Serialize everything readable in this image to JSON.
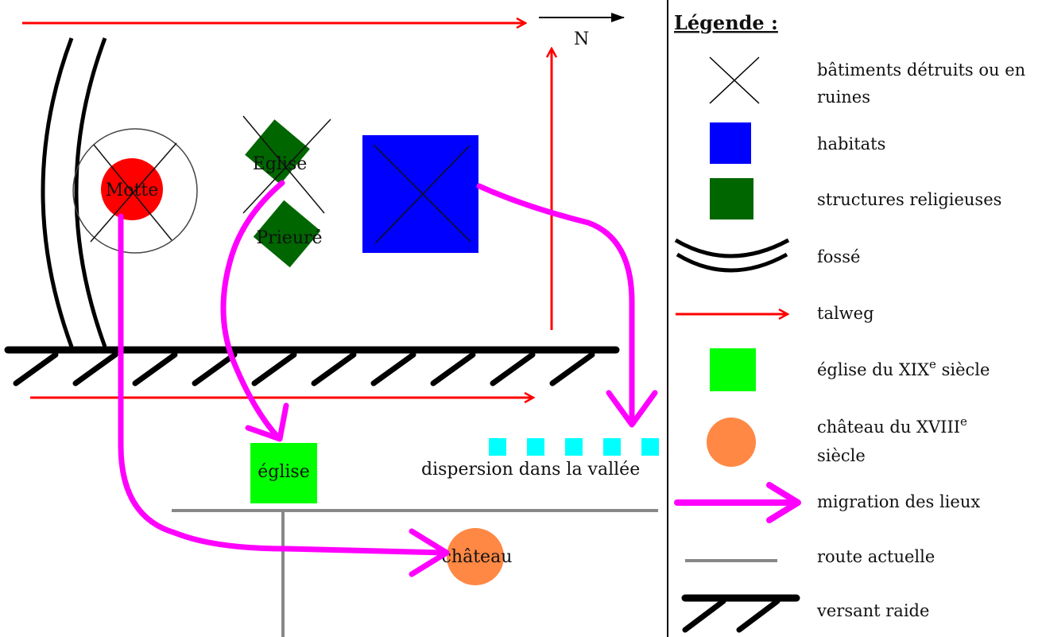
{
  "map": {
    "north_label": "N",
    "motte_label": "Motte",
    "eglise_ancienne_label": "Eglise",
    "prieure_label": "Prieuré",
    "eglise_label": "église",
    "chateau_label": "château",
    "dispersion_label": "dispersion dans la vallée"
  },
  "legend": {
    "title": "Légende :",
    "items": [
      {
        "icon": "cross-icon",
        "lines": [
          "bâtiments détruits ou en",
          "ruines"
        ]
      },
      {
        "icon": "blue-square-icon",
        "lines": [
          "habitats"
        ]
      },
      {
        "icon": "green-square-icon",
        "lines": [
          "structures religieuses"
        ]
      },
      {
        "icon": "ditch-icon",
        "lines": [
          "fossé"
        ]
      },
      {
        "icon": "red-arrow-icon",
        "lines": [
          "talweg"
        ]
      },
      {
        "icon": "bright-green-square-icon",
        "text": "église du XIX",
        "sup": "e",
        "tail": " siècle"
      },
      {
        "icon": "orange-circle-icon",
        "text": "château du XVIII",
        "sup": "e",
        "line2": "siècle"
      },
      {
        "icon": "magenta-arrow-icon",
        "lines": [
          "migration des lieux"
        ]
      },
      {
        "icon": "gray-line-icon",
        "lines": [
          "route actuelle"
        ]
      },
      {
        "icon": "hatched-slope-icon",
        "lines": [
          "versant raide"
        ]
      }
    ]
  },
  "colors": {
    "talweg": "#ff0000",
    "habitat": "#0000ff",
    "religious": "#006600",
    "church19": "#00ff00",
    "castle18": "#ff8844",
    "migration": "#ff00ff",
    "road": "#888888",
    "scatter": "#00ffff",
    "motte": "#ff0000"
  }
}
